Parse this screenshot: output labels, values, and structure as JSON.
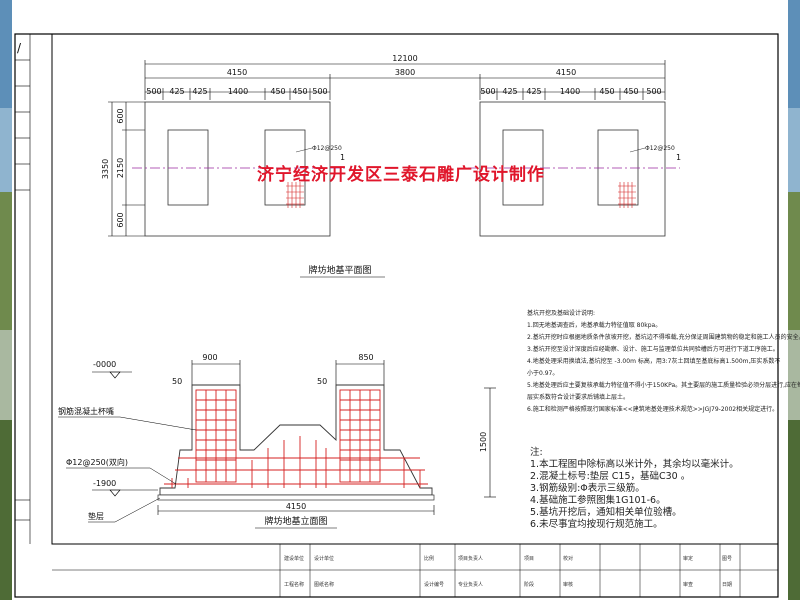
{
  "watermark": "济宁经济开发区三泰石雕广设计制作",
  "plan": {
    "top_dims": [
      "12100",
      "4150",
      "3800",
      "4150"
    ],
    "segments_left": [
      "500",
      "425",
      "425",
      "1400",
      "450",
      "450",
      "500"
    ],
    "segments_right": [
      "500",
      "425",
      "425",
      "1400",
      "450",
      "450",
      "500"
    ],
    "left_dims": [
      "3350",
      "600",
      "2150",
      "600"
    ],
    "rebar_left": "Φ12@250",
    "rebar_right": "Φ12@250",
    "section_mark": "1",
    "caption": "牌坊地基平面图"
  },
  "elevation": {
    "dim_900": "900",
    "dim_850": "850",
    "dim_50_left": "50",
    "dim_50_mid": "50",
    "level_top": "-0000",
    "level_bottom": "-1900",
    "label_rc": "钢筋混凝土杯嘴",
    "label_rebar": "Φ12@250(双向)",
    "label_cushion": "垫层",
    "dim_height": "1500",
    "dim_width": "4150",
    "caption": "牌坊地基立面图"
  },
  "notes": {
    "title": "基坑开挖及基础设计说明:",
    "lines": [
      "1.回无地基调查后，地基承载力特征值取 80kpa。",
      "2.基坑开挖时应根据地质条件放坡开挖，基坑边不得堆载,充分保证周围建筑物的稳定和施工人员的安全。",
      "3.基坑开挖至设计深度后应经勘察、设计、施工与监理单位共同验槽后方可进行下道工序施工。",
      "4.地基处理采用换填法,基坑挖至 -3.00m 标高，用3:7灰土回填至基底标高1.500m,压实系数不",
      "  小于0.97。",
      "5.地基处理后应主要复核承载力特征值不得小于150KPa。其主要层的施工质量检验必须分层进行,应在每",
      "  层实系数符合设计要求后铺填上层土。",
      "6.施工和检测严格按照现行国家标准<<建筑地基处理技术规范>>JGJ79-2002相关规定进行。"
    ]
  },
  "general_notes": {
    "title": "注:",
    "lines": [
      "1.本工程图中除标高以米计外，其余均以毫米计。",
      "2.混凝土标号:垫层 C15，基础C30 。",
      "3.钢筋级别:Φ表示三级筋。",
      "4.基础施工参照图集1G101-6。",
      "5.基坑开挖后，通知相关单位验槽。",
      "6.未尽事宜均按现行规范施工。"
    ]
  },
  "title_block": {
    "cells": [
      "建设单位",
      "设计单位",
      "项目负责人",
      "专业负责人",
      "校对",
      "审核",
      "图号",
      "日期",
      "工程名称",
      "图纸名称",
      "比例",
      "设计编号",
      "项目",
      "阶段",
      "审定",
      "审查"
    ]
  }
}
